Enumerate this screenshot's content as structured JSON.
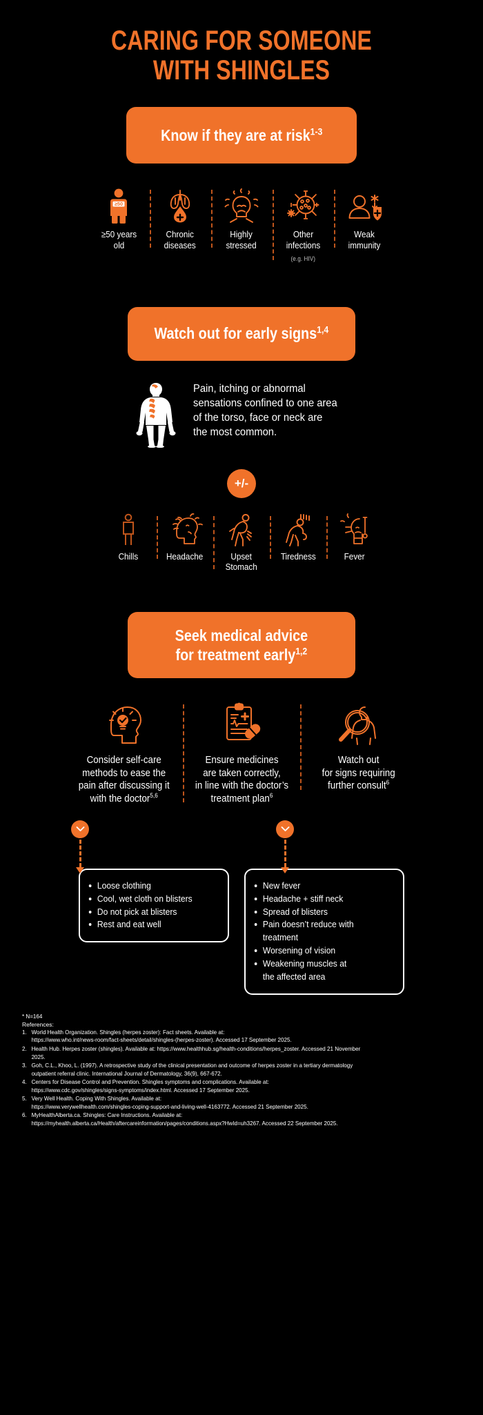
{
  "colors": {
    "accent": "#F0722A",
    "background": "#000000",
    "text": "#FFFFFF",
    "dash": "#C0551B",
    "muted": "#BDBDBD"
  },
  "title": {
    "line1": "CARING FOR SOMEONE",
    "line2": "WITH SHINGLES"
  },
  "section1": {
    "heading": "Know if they are at risk",
    "heading_sup": "1-3",
    "items": [
      {
        "icon": "person-age-50-icon",
        "label": "≥50 years old",
        "sub": "",
        "badge": "≥50"
      },
      {
        "icon": "lungs-blood-drop-icon",
        "label": "Chronic\ndiseases",
        "sub": ""
      },
      {
        "icon": "stressed-head-icon",
        "label": "Highly\nstressed",
        "sub": ""
      },
      {
        "icon": "virus-icon",
        "label": "Other\ninfections",
        "sub": "(e.g. HIV)"
      },
      {
        "icon": "weak-immunity-shield-icon",
        "label": "Weak\nimmunity",
        "sub": ""
      }
    ]
  },
  "section2": {
    "heading": "Watch out for early signs",
    "heading_sup": "1,4",
    "body_icon": "human-torso-rash-icon",
    "body_text": "Pain, itching or abnormal\nsensations confined to one area\nof the torso, face or neck are\nthe most common.",
    "plus_minus_badge": "+/-",
    "items": [
      {
        "icon": "chills-person-icon",
        "label": "Chills"
      },
      {
        "icon": "headache-head-icon",
        "label": "Headache"
      },
      {
        "icon": "upset-stomach-icon",
        "label": "Upset\nStomach"
      },
      {
        "icon": "tiredness-icon",
        "label": "Tiredness"
      },
      {
        "icon": "fever-thermometer-icon",
        "label": "Fever"
      }
    ]
  },
  "section3": {
    "heading_line1": "Seek medical advice",
    "heading_line2": "for treatment early",
    "heading_sup": "1,2",
    "items": [
      {
        "icon": "head-lightbulb-check-icon",
        "text": "Consider self-care\nmethods to ease the\npain after discussing it\nwith the doctor",
        "sup": "5,6"
      },
      {
        "icon": "clipboard-pill-icon",
        "text": "Ensure medicines\nare taken correctly,\nin line with the doctor’s\ntreatment plan",
        "sup": "6"
      },
      {
        "icon": "magnifier-body-icon",
        "text": "Watch out\nfor signs requiring\nfurther consult",
        "sup": "6"
      }
    ],
    "left_box": {
      "items": [
        "Loose clothing",
        "Cool, wet cloth on blisters",
        "Do not pick at blisters",
        "Rest and eat well"
      ]
    },
    "right_box": {
      "items": [
        "New fever",
        "Headache + stiff neck",
        "Spread of blisters",
        "Pain doesn’t reduce with treatment",
        "Worsening of vision",
        "Weakening muscles at\nthe affected area"
      ]
    },
    "chevron_icon": "chevron-down-icon"
  },
  "footer": {
    "nstar": "* N=164",
    "references_label": "References:",
    "references": [
      "World Health Organization. Shingles (herpes zoster): Fact sheets. Available at:|https://www.who.int/news-room/fact-sheets/detail/shingles-(herpes-zoster). Accessed 17 September 2025.",
      "Health Hub. Herpes zoster (shingles). Available at: https://www.healthhub.sg/health-conditions/herpes_zoster. Accessed 21 November|2025.",
      "Goh, C.L., Khoo, L. (1997). A retrospective study of the clinical presentation and outcome of herpes zoster in a tertiary dermatology|outpatient referral clinic. International Journal of Dermatology, 36(9), 667-672.",
      "Centers for Disease Control and Prevention. Shingles symptoms and complications. Available at:|https://www.cdc.gov/shingles/signs-symptoms/index.html. Accessed 17 September 2025.",
      "Very Well Health. Coping With Shingles. Available at:|https://www.verywellhealth.com/shingles-coping-support-and-living-well-4163772. Accessed 21 September 2025.",
      "MyHealthAlberta.ca. Shingles: Care Instructions. Available at:|https://myhealth.alberta.ca/Health/aftercareinformation/pages/conditions.aspx?HwId=uh3267. Accessed 22 September 2025."
    ]
  }
}
